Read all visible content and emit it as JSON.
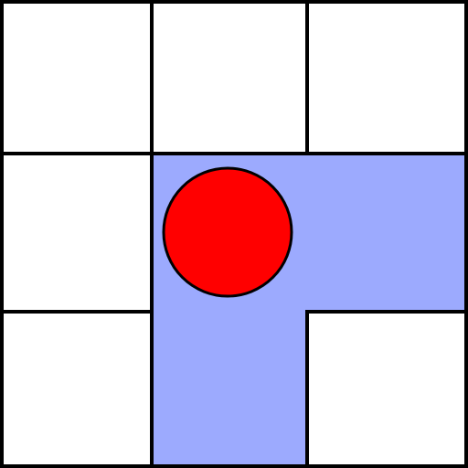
{
  "board": {
    "rows": 3,
    "cols": 3,
    "colors": {
      "background": "#ffffff",
      "highlight": "#9caafe",
      "grid_line": "#000000",
      "piece_fill": "#ff0000",
      "piece_stroke": "#000000"
    },
    "highlighted_cells": [
      {
        "row": 1,
        "col": 1
      },
      {
        "row": 1,
        "col": 2
      },
      {
        "row": 2,
        "col": 1
      }
    ],
    "piece": {
      "row": 1,
      "col": 1,
      "shape": "circle"
    }
  }
}
